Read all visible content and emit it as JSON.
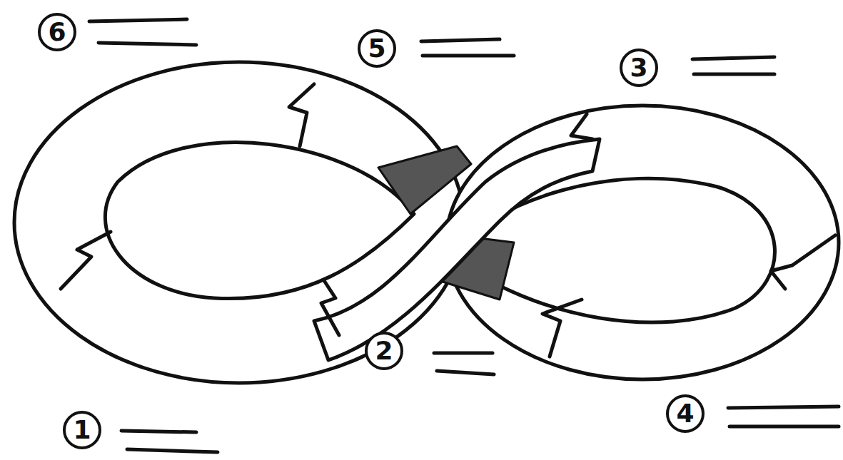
{
  "diagram": {
    "nodes": [
      {
        "text": [
          "6"
        ]
      },
      {
        "text": [
          "5"
        ]
      },
      {
        "text": [
          "3"
        ]
      },
      {
        "text": [
          "2"
        ]
      },
      {
        "text": [
          "4"
        ]
      },
      {
        "text": [
          "1"
        ]
      }
    ],
    "edges": []
  }
}
